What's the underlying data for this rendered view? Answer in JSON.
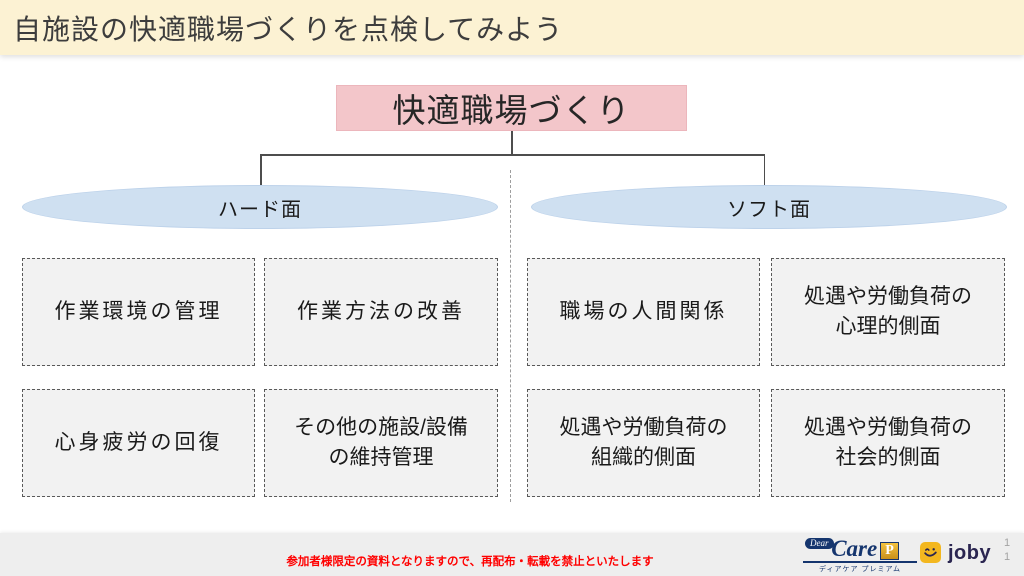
{
  "header": {
    "title": "自施設の快適職場づくりを点検してみよう"
  },
  "diagram": {
    "root_label": "快適職場づくり",
    "branches": [
      {
        "label": "ハード面",
        "items": [
          "作業環境の管理",
          "作業方法の改善",
          "心身疲労の回復",
          "その他の施設/設備\nの維持管理"
        ]
      },
      {
        "label": "ソフト面",
        "items": [
          "職場の人間関係",
          "処遇や労働負荷の\n心理的側面",
          "処遇や労働負荷の\n組織的側面",
          "処遇や労働負荷の\n社会的側面"
        ]
      }
    ]
  },
  "footer": {
    "notice": "参加者様限定の資料となりますので、再配布・転載を禁止といたします",
    "dearcare": {
      "dear": "Dear",
      "care": "Care",
      "p": "P",
      "subtitle": "ディアケア プレミアム"
    },
    "joby": {
      "label": "joby"
    },
    "page_number_line1": "1",
    "page_number_line2": "1"
  },
  "colors": {
    "header_bg": "#fcf2d3",
    "root_box_bg": "#f3c6ca",
    "branch_ellipse_bg": "#cfe0f1",
    "item_box_bg": "#f2f2f2",
    "notice_red": "#ff0000",
    "joby_yellow": "#f3b71f",
    "logo_navy": "#15356e"
  }
}
